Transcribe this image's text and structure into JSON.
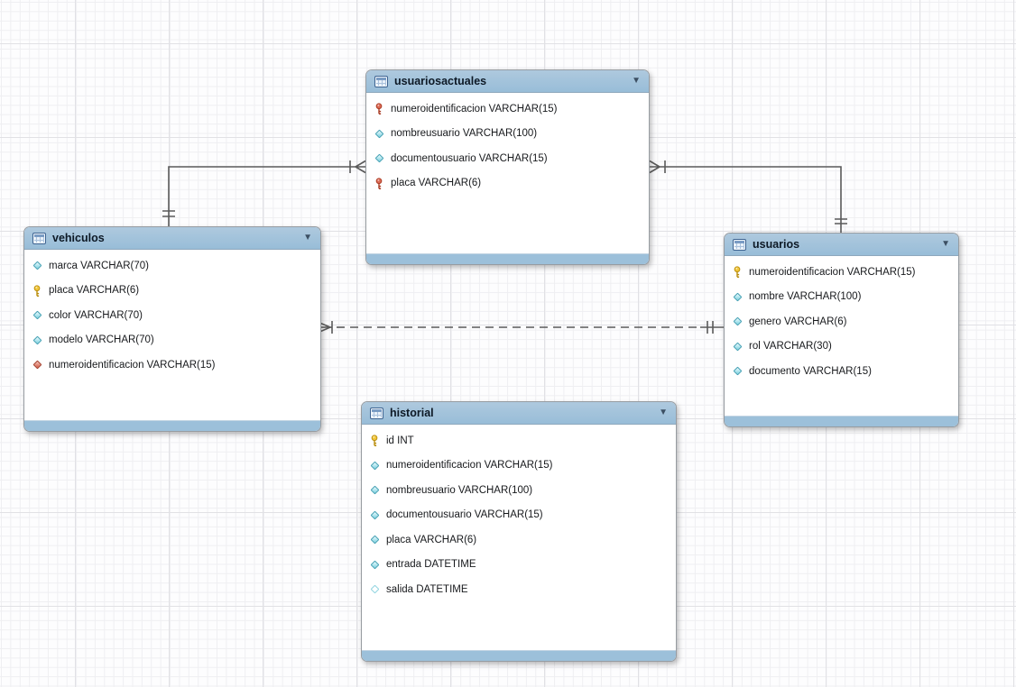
{
  "tables": [
    {
      "name": "usuariosactuales",
      "columns": [
        {
          "label": "numeroidentificacion VARCHAR(15)",
          "icon": "primary_foreign_key"
        },
        {
          "label": "nombreusuario VARCHAR(100)",
          "icon": "column_notnull"
        },
        {
          "label": "documentousuario VARCHAR(15)",
          "icon": "column_notnull"
        },
        {
          "label": "placa VARCHAR(6)",
          "icon": "primary_foreign_key"
        }
      ]
    },
    {
      "name": "vehiculos",
      "columns": [
        {
          "label": "marca VARCHAR(70)",
          "icon": "column_notnull"
        },
        {
          "label": "placa VARCHAR(6)",
          "icon": "primary_key"
        },
        {
          "label": "color VARCHAR(70)",
          "icon": "column_notnull"
        },
        {
          "label": "modelo VARCHAR(70)",
          "icon": "column_notnull"
        },
        {
          "label": "numeroidentificacion VARCHAR(15)",
          "icon": "foreign_key"
        }
      ]
    },
    {
      "name": "usuarios",
      "columns": [
        {
          "label": "numeroidentificacion VARCHAR(15)",
          "icon": "primary_key"
        },
        {
          "label": "nombre VARCHAR(100)",
          "icon": "column_notnull"
        },
        {
          "label": "genero VARCHAR(6)",
          "icon": "column_notnull"
        },
        {
          "label": "rol VARCHAR(30)",
          "icon": "column_notnull"
        },
        {
          "label": "documento VARCHAR(15)",
          "icon": "column_notnull"
        }
      ]
    },
    {
      "name": "historial",
      "columns": [
        {
          "label": "id INT",
          "icon": "primary_key"
        },
        {
          "label": "numeroidentificacion VARCHAR(15)",
          "icon": "column_notnull"
        },
        {
          "label": "nombreusuario VARCHAR(100)",
          "icon": "column_notnull"
        },
        {
          "label": "documentousuario VARCHAR(15)",
          "icon": "column_notnull"
        },
        {
          "label": "placa VARCHAR(6)",
          "icon": "column_notnull"
        },
        {
          "label": "entrada DATETIME",
          "icon": "column_notnull"
        },
        {
          "label": "salida DATETIME",
          "icon": "column_nullable"
        }
      ]
    }
  ],
  "relationships": [
    {
      "from": "vehiculos",
      "to": "usuariosactuales",
      "style": "solid",
      "from_end": "exactly-one",
      "to_end": "one-or-many"
    },
    {
      "from": "usuarios",
      "to": "usuariosactuales",
      "style": "solid",
      "from_end": "exactly-one",
      "to_end": "one-or-many"
    },
    {
      "from": "usuarios",
      "to": "vehiculos",
      "style": "dashed",
      "from_end": "exactly-one",
      "to_end": "one-or-many"
    }
  ],
  "icons": {
    "table_icon": "grid",
    "collapse_arrow": "▼",
    "primary_key": "yellow-key",
    "primary_foreign_key": "red-key",
    "foreign_key": "red-diamond",
    "column_notnull": "cyan-diamond-filled",
    "column_nullable": "cyan-diamond-hollow"
  },
  "colors": {
    "table_header": "#9cc0da",
    "table_border": "#979ca1",
    "grid_minor": "#efeff2",
    "grid_major": "#e1e1e5",
    "connector": "#5a5a5a",
    "pk_icon": "#f2c73a",
    "fk_key_icon": "#dd6a55",
    "fk_diamond": "#d4604b",
    "column_diamond": "#84d4e2"
  }
}
